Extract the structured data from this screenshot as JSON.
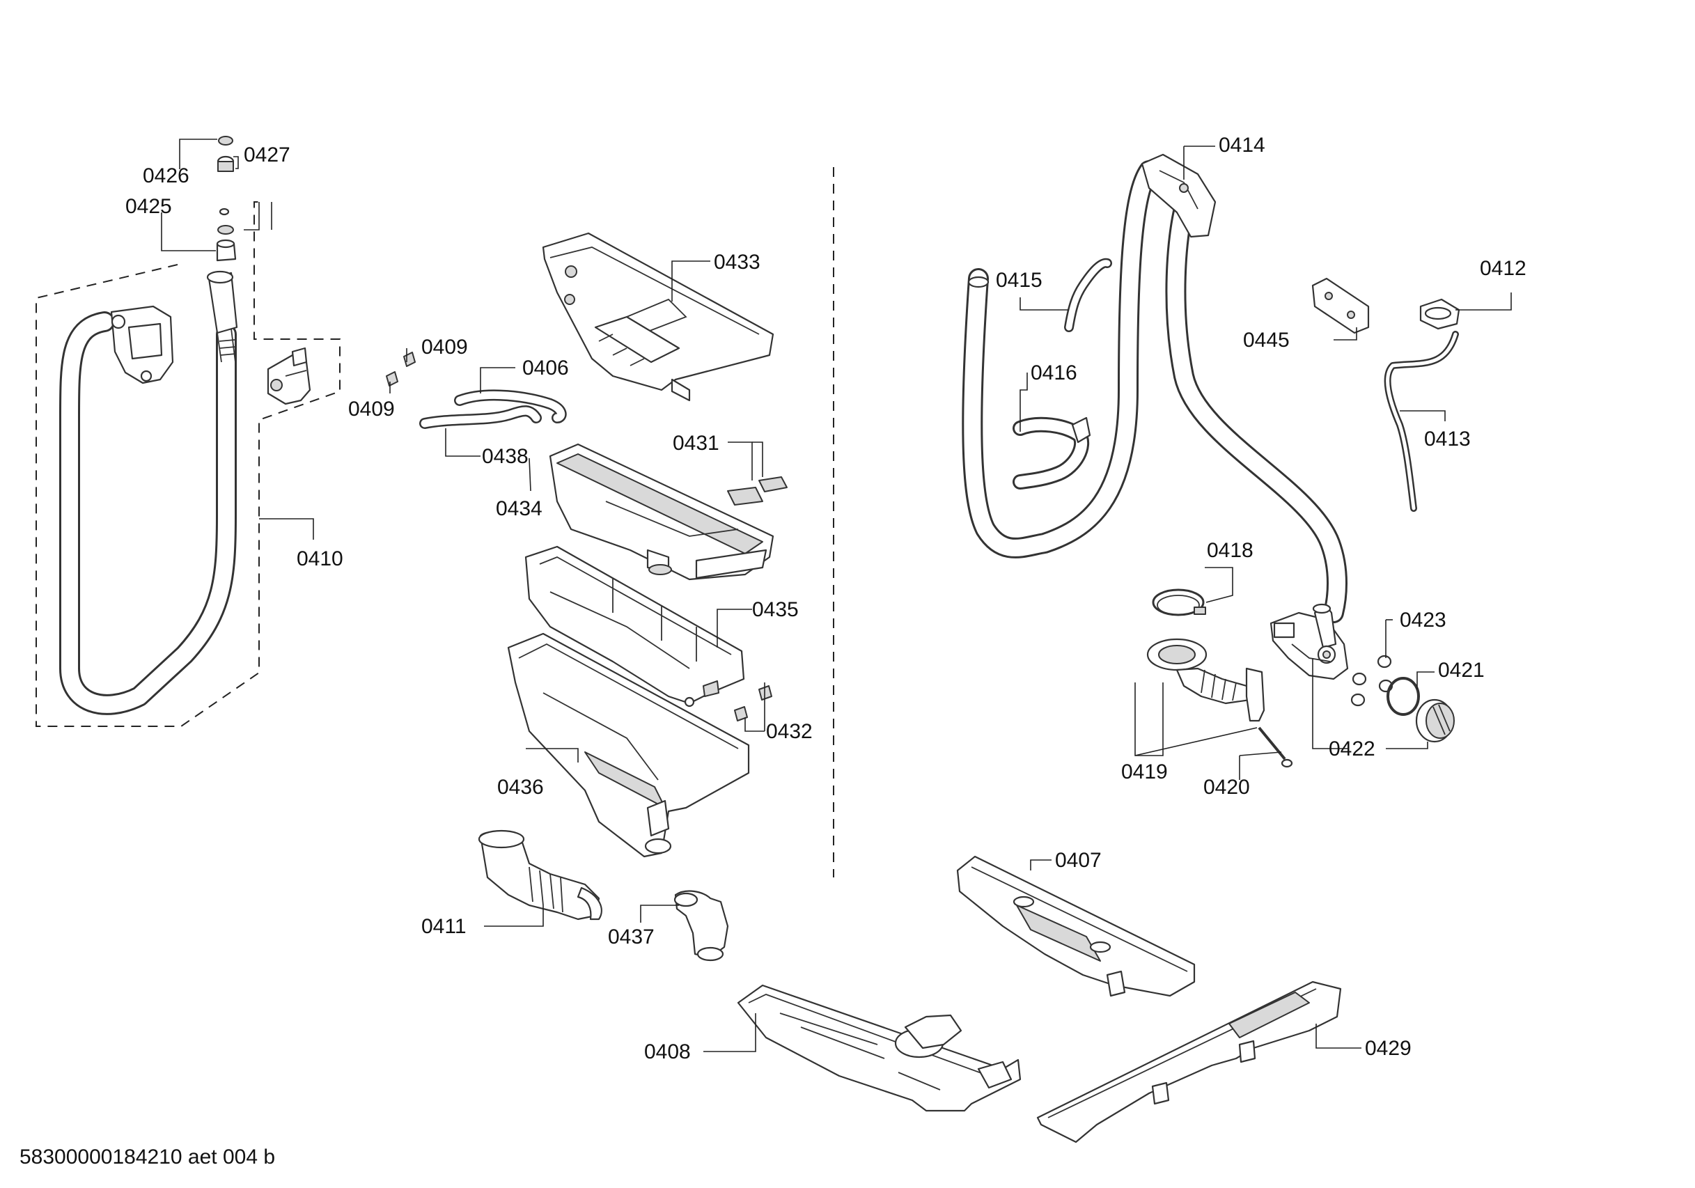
{
  "callouts": {
    "c0426": "0426",
    "c0427": "0427",
    "c0425": "0425",
    "c0409a": "0409",
    "c0409b": "0409",
    "c0406": "0406",
    "c0438": "0438",
    "c0410": "0410",
    "c0433": "0433",
    "c0431": "0431",
    "c0434": "0434",
    "c0435": "0435",
    "c0432": "0432",
    "c0436": "0436",
    "c0411": "0411",
    "c0437": "0437",
    "c0414": "0414",
    "c0415": "0415",
    "c0416": "0416",
    "c0412": "0412",
    "c0445": "0445",
    "c0413": "0413",
    "c0418": "0418",
    "c0423": "0423",
    "c0421": "0421",
    "c0419": "0419",
    "c0420": "0420",
    "c0422": "0422",
    "c0407": "0407",
    "c0408": "0408",
    "c0429": "0429"
  },
  "document_id": "58300000184210 aet 004 b"
}
